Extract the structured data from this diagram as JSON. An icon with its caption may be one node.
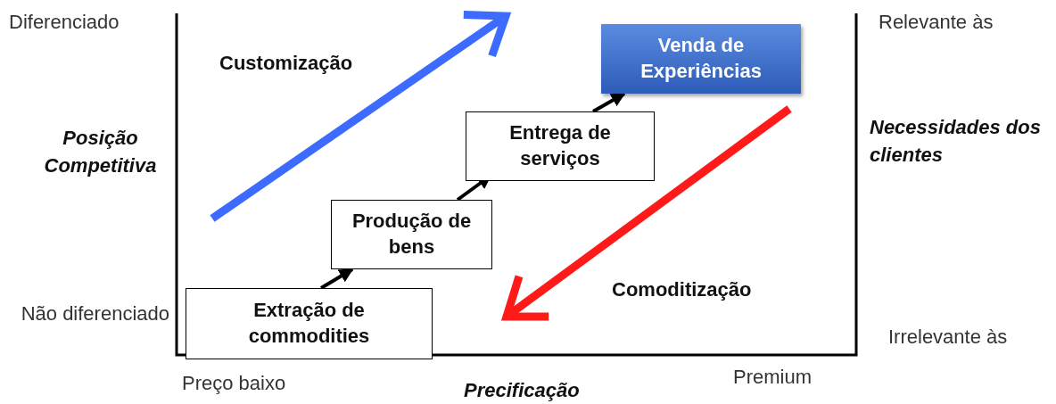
{
  "diagram": {
    "nodes": [
      {
        "text": [
          "Extração de commodities"
        ]
      },
      {
        "text": [
          "Produção de bens"
        ]
      },
      {
        "text": [
          "Entrega de serviços"
        ]
      },
      {
        "text": [
          "Venda de Experiências"
        ]
      }
    ],
    "edges": [
      {
        "from": 0,
        "to": 1,
        "arrow": "to"
      },
      {
        "from": 1,
        "to": 2,
        "arrow": "to"
      },
      {
        "from": 2,
        "to": 3,
        "arrow": "to"
      }
    ],
    "labels": [
      "Diferenciado",
      "Relevante às",
      "Customização",
      "Posição Competitiva",
      "Necessidades dos clientes",
      "Comoditização",
      "Não diferenciado",
      "Irrelevante às",
      "Preço baixo",
      "Premium",
      "Precificação"
    ]
  }
}
